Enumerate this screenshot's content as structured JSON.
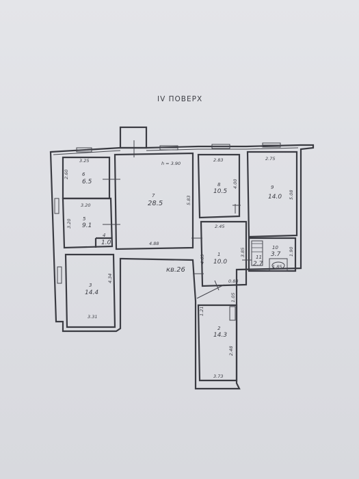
{
  "floor_title": "IV ПОВЕРХ",
  "ceiling_height": "h = 3.90",
  "apartment": "кв.26",
  "rooms": [
    {
      "id": "6",
      "area": "6.5",
      "dims": [
        "3.25",
        "2.60"
      ]
    },
    {
      "id": "5",
      "area": "9.1",
      "dims": [
        "3.20",
        "3.20"
      ]
    },
    {
      "id": "4",
      "area": "1.0",
      "dims": []
    },
    {
      "id": "3",
      "area": "14.4",
      "dims": [
        "4.34",
        "3.31"
      ]
    },
    {
      "id": "7",
      "area": "28.5",
      "dims": [
        "5.83",
        "4.88"
      ]
    },
    {
      "id": "8",
      "area": "10.5",
      "dims": [
        "2.83",
        "4.00"
      ]
    },
    {
      "id": "9",
      "area": "14.0",
      "dims": [
        "2.75",
        "5.08"
      ]
    },
    {
      "id": "1",
      "area": "10.0",
      "dims": [
        "2.45",
        "4.63",
        "3.85",
        "0.88"
      ]
    },
    {
      "id": "10",
      "area": "3.7",
      "dims": [
        "1.90",
        "1.85"
      ]
    },
    {
      "id": "11",
      "area": "2.7",
      "dims": [
        "1.05"
      ]
    },
    {
      "id": "2",
      "area": "14.3",
      "dims": [
        "1.21",
        "2.48",
        "3.73"
      ]
    }
  ]
}
